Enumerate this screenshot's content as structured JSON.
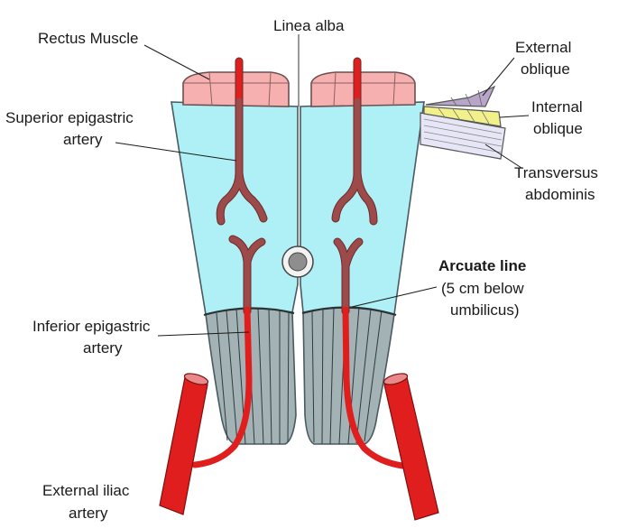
{
  "labels": {
    "rectus": "Rectus Muscle",
    "linea_alba": "Linea alba",
    "external_oblique_1": "External",
    "external_oblique_2": "oblique",
    "internal_oblique_1": "Internal",
    "internal_oblique_2": "oblique",
    "transversus_1": "Transversus",
    "transversus_2": "abdominis",
    "superior_epigastric_1": "Superior epigastric",
    "superior_epigastric_2": "artery",
    "arcuate_title": "Arcuate line",
    "arcuate_sub_1": "(5 cm below",
    "arcuate_sub_2": "umbilicus)",
    "inferior_epigastric_1": "Inferior epigastric",
    "inferior_epigastric_2": "artery",
    "external_iliac_1": "External iliac",
    "external_iliac_2": "artery"
  },
  "colors": {
    "sheath": "#aef0f6",
    "lower_sheath": "#a3b2b4",
    "rectus_muscle": "#f6b0b0",
    "artery_red": "#e01e1e",
    "artery_dark": "#9c4a4a",
    "external_oblique": "#b8a6c8",
    "internal_oblique": "#f2f08a",
    "transversus": "#e6e6f6"
  }
}
